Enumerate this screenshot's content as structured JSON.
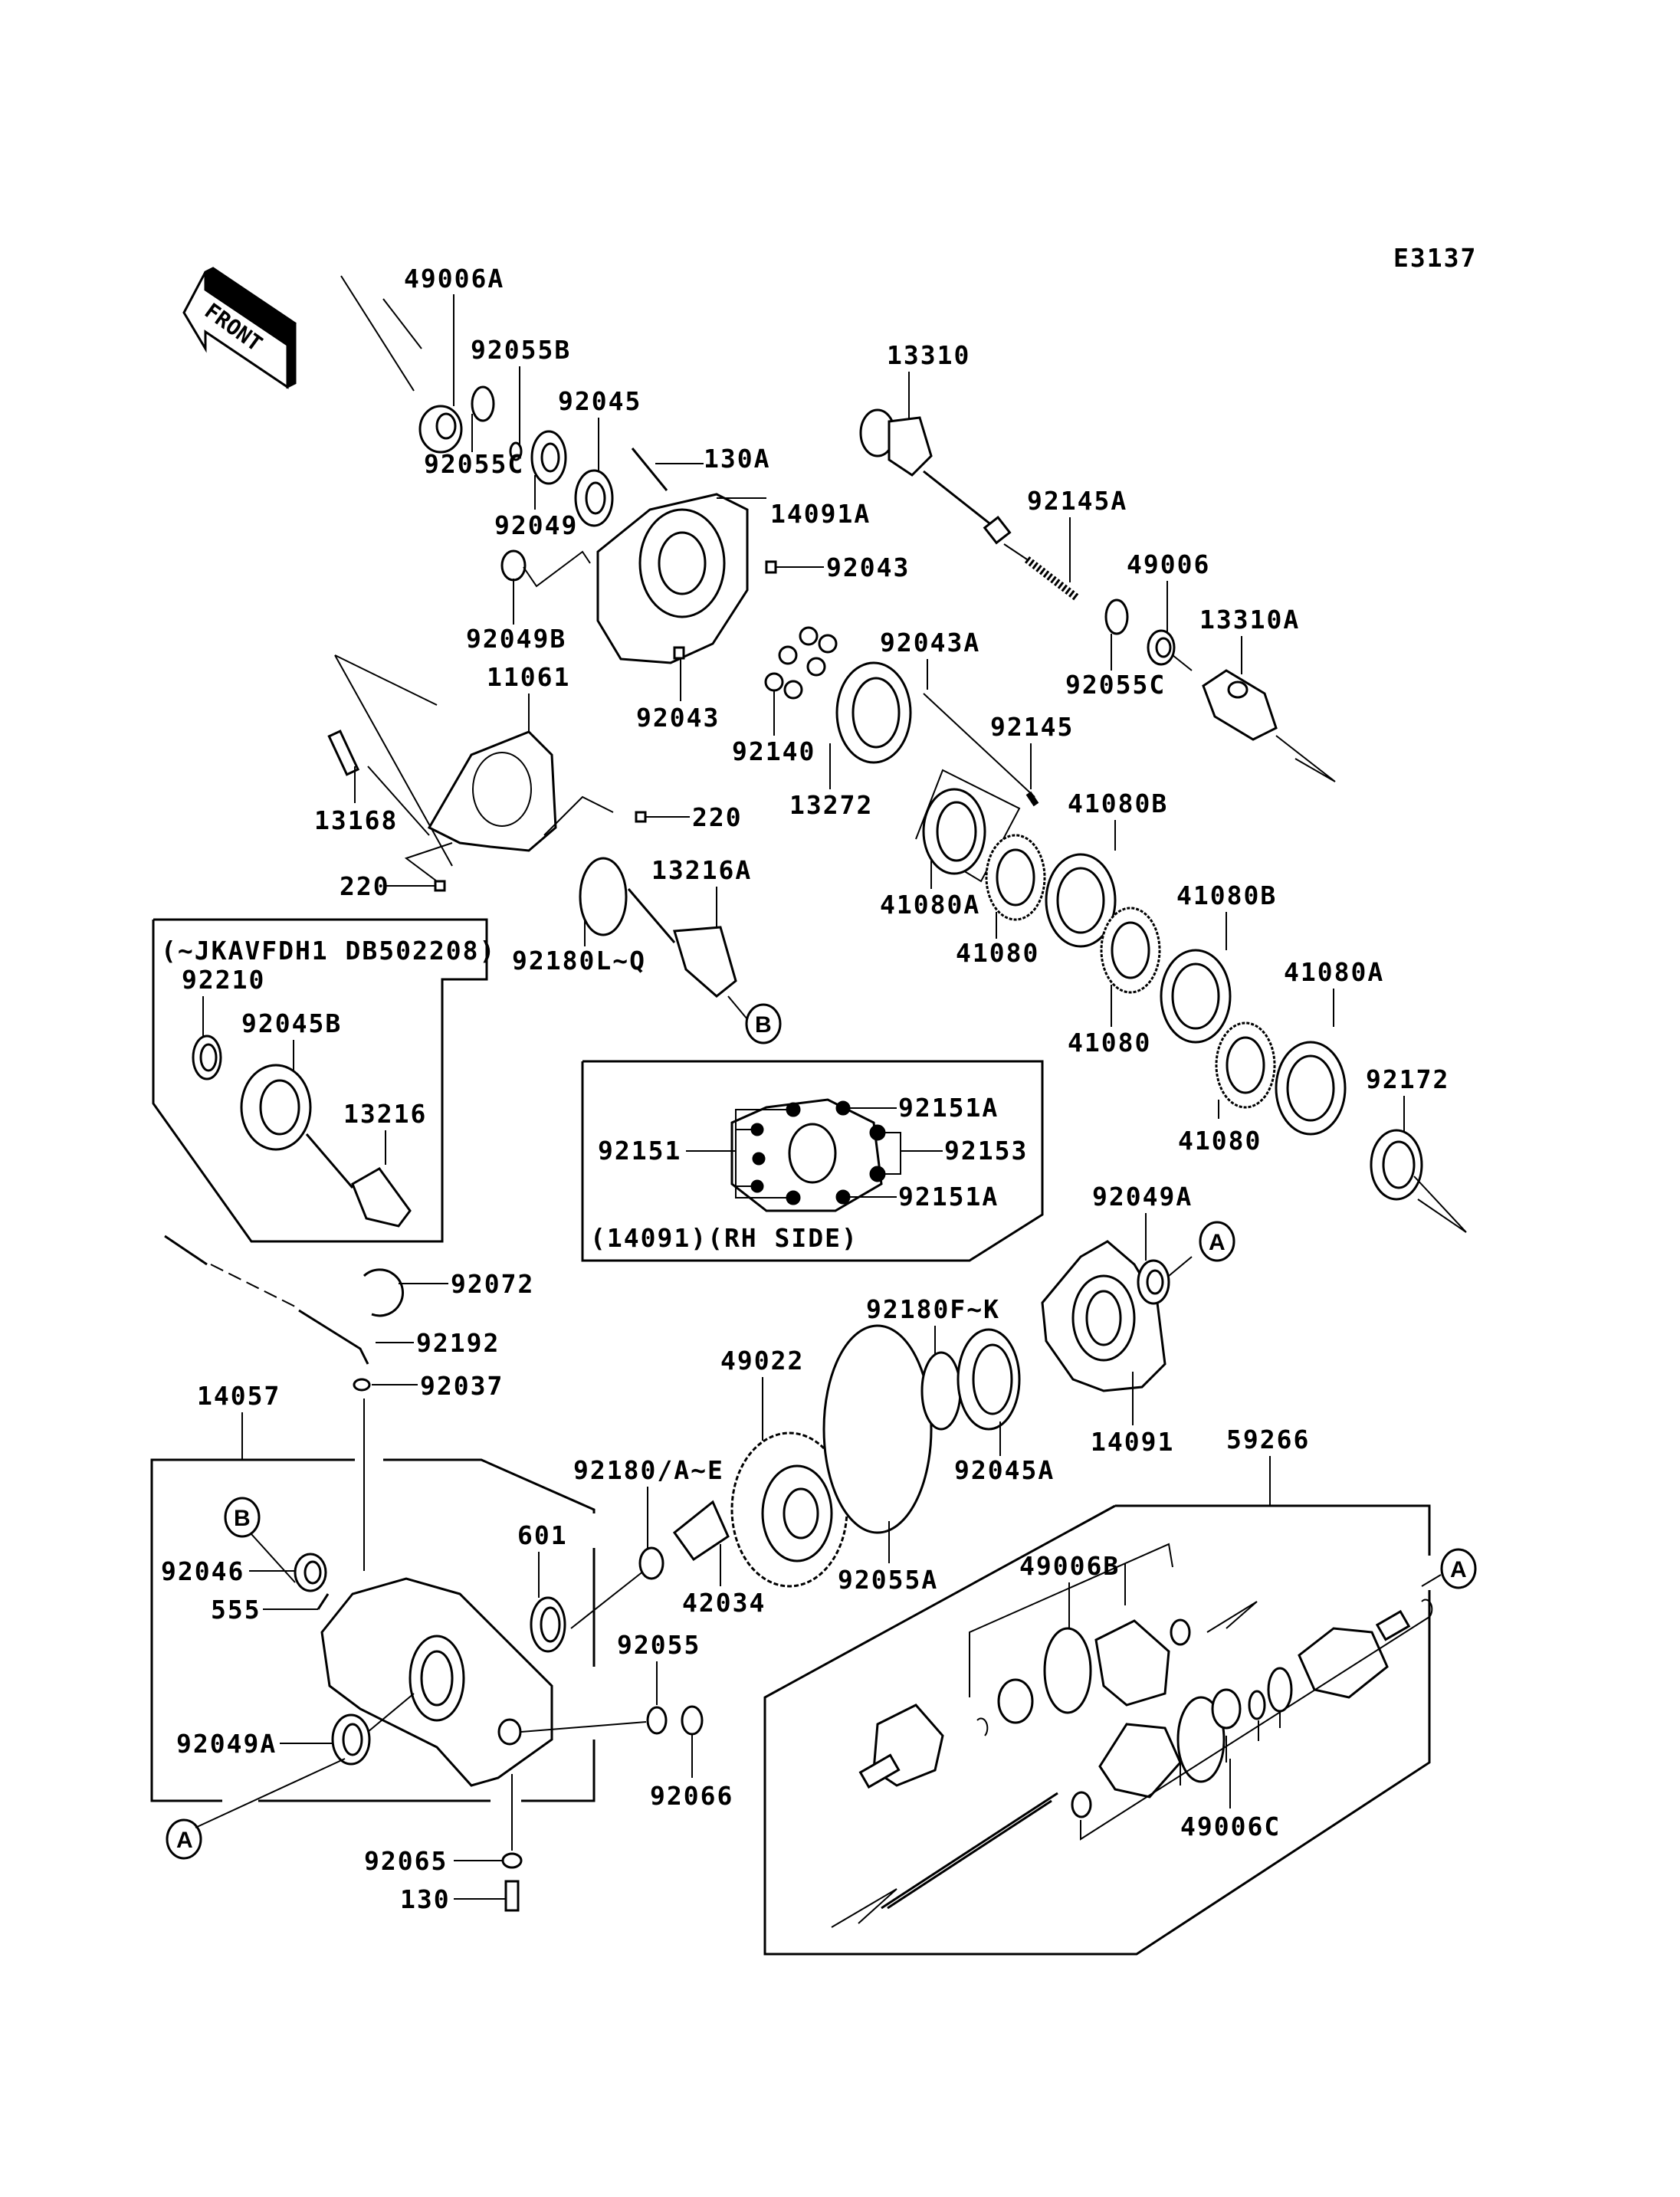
{
  "diagram": {
    "code": "E3137",
    "front_label": "FRONT",
    "inset_variant_note": "(~JKAVFDH1 DB502208)",
    "inset_rh_note": "(14091)(RH SIDE)",
    "callouts": {
      "a": "A",
      "b": "B"
    },
    "parts": {
      "p49006A": "49006A",
      "p92055B": "92055B",
      "p92055C_top": "92055C",
      "p92045": "92045",
      "p92049": "92049",
      "p130A": "130A",
      "p14091A": "14091A",
      "p92043_right": "92043",
      "p92049B": "92049B",
      "p92043_bottom": "92043",
      "p11061": "11061",
      "p13168": "13168",
      "p220_right": "220",
      "p220_left": "220",
      "p13310": "13310",
      "p92145A": "92145A",
      "p49006": "49006",
      "p13310A": "13310A",
      "p92055C_right": "92055C",
      "p92043A": "92043A",
      "p92145": "92145",
      "p92140": "92140",
      "p13272": "13272",
      "p41080A_1": "41080A",
      "p41080_1": "41080",
      "p41080B_1": "41080B",
      "p41080B_2": "41080B",
      "p41080_2": "41080",
      "p41080A_2": "41080A",
      "p41080_3": "41080",
      "p92172": "92172",
      "p13216A": "13216A",
      "p92180LQ": "92180L~Q",
      "p92210": "92210",
      "p92045B": "92045B",
      "p13216": "13216",
      "p92151A_top": "92151A",
      "p92151": "92151",
      "p92153": "92153",
      "p92151A_bottom": "92151A",
      "p92049A_right": "92049A",
      "p92072": "92072",
      "p92192": "92192",
      "p92037": "92037",
      "p14057": "14057",
      "p92180FK": "92180F~K",
      "p49022": "49022",
      "p14091": "14091",
      "p92045A": "92045A",
      "p92180AE": "92180/A~E",
      "p601": "601",
      "p42034": "42034",
      "p92055A": "92055A",
      "p59266": "59266",
      "p92046": "92046",
      "p555": "555",
      "p92055": "92055",
      "p92049A_left": "92049A",
      "p92066": "92066",
      "p49006B": "49006B",
      "p49006C": "49006C",
      "p92065": "92065",
      "p130": "130"
    }
  }
}
